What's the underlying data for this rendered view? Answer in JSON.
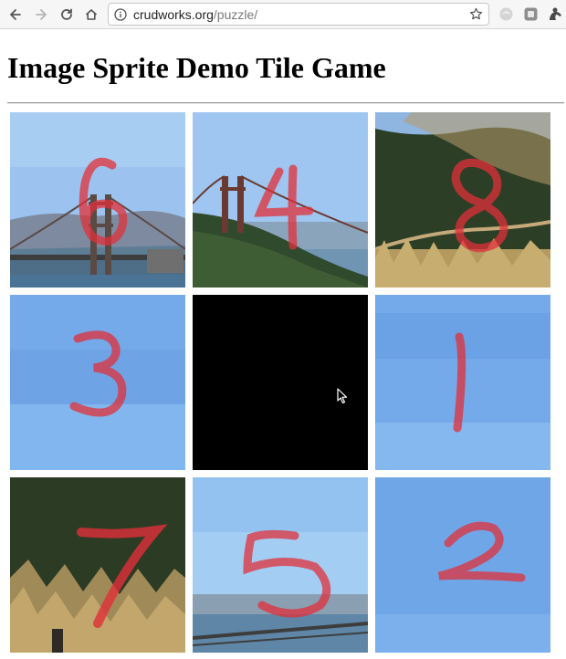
{
  "browser": {
    "url_host": "crudworks.org",
    "url_path": "/puzzle/"
  },
  "page": {
    "title": "Image Sprite Demo Tile Game"
  },
  "puzzle": {
    "tiles": [
      {
        "label": "6",
        "scene": "golden-gate-tower"
      },
      {
        "label": "4",
        "scene": "golden-gate-hill"
      },
      {
        "label": "8",
        "scene": "hillside-trail"
      },
      {
        "label": "3",
        "scene": "sky"
      },
      {
        "label": "",
        "scene": "empty"
      },
      {
        "label": "1",
        "scene": "sky"
      },
      {
        "label": "7",
        "scene": "dry-grass"
      },
      {
        "label": "5",
        "scene": "bay-bridge"
      },
      {
        "label": "2",
        "scene": "sky"
      }
    ]
  }
}
